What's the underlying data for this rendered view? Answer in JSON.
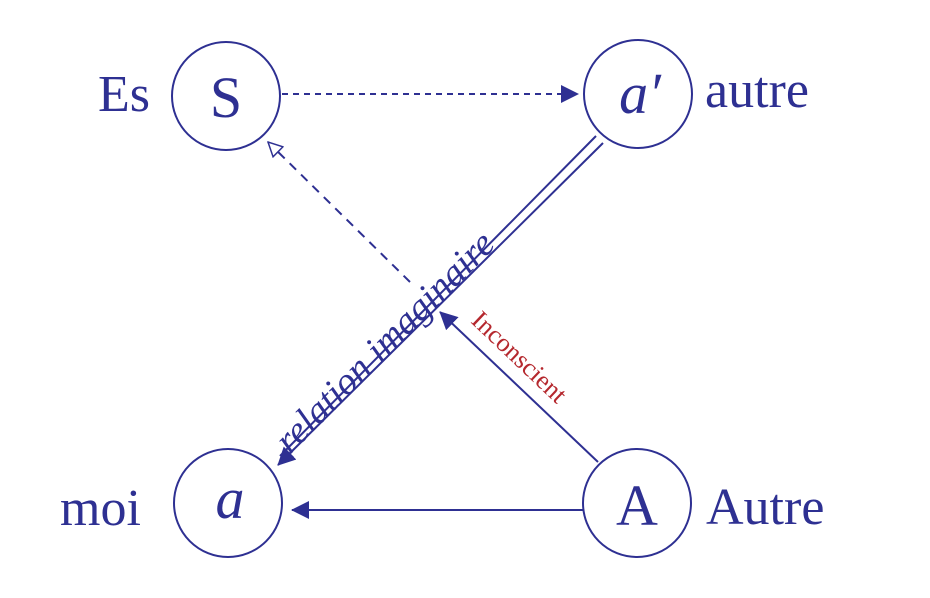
{
  "colors": {
    "ink": "#2e3092",
    "accent": "#b5282e"
  },
  "nodes": {
    "S": {
      "letter": "S",
      "label": "Es"
    },
    "a_prime": {
      "letter": "a′",
      "label": "autre"
    },
    "a": {
      "letter": "a",
      "label": "moi"
    },
    "A": {
      "letter": "A",
      "label": "Autre"
    }
  },
  "edges": {
    "imaginary": {
      "label": "relation imaginaire"
    },
    "unconscious": {
      "label": "Inconscient"
    }
  }
}
